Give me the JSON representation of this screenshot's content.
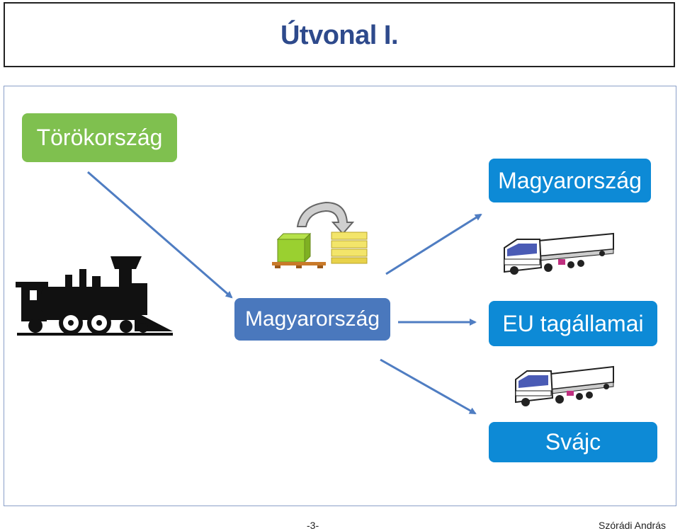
{
  "title": "Útvonal I.",
  "nodes": {
    "turkey": "Törökország",
    "hungary_top": "Magyarország",
    "hungary_mid": "Magyarország",
    "eu": "EU tagállamai",
    "switzerland": "Svájc"
  },
  "icons": {
    "train": "steam-locomotive-icon",
    "pallet": "pallet-reload-icon",
    "truck": "semi-truck-icon"
  },
  "colors": {
    "title": "#2e4a8c",
    "green_node": "#7fc04f",
    "blue_node": "#0d8ad6",
    "mid_node": "#4a78bd",
    "arrow": "#4f7dc2"
  },
  "footer": {
    "page": "-3-",
    "author": "Szórádi András"
  }
}
